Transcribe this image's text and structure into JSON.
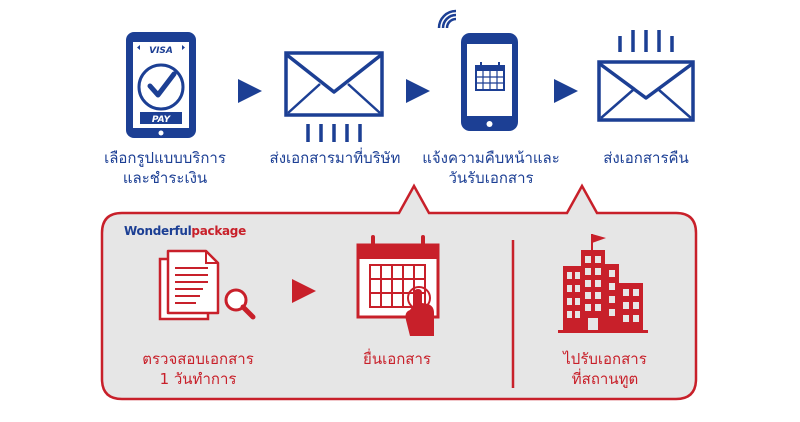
{
  "colors": {
    "blue": "#1c3f94",
    "red": "#c8202a",
    "panel": "#e6e6e6"
  },
  "top_steps": [
    {
      "icon": "visa-pay-phone-icon",
      "label": "เลือกรูปแบบบริการ\nและชำระเงิน"
    },
    {
      "icon": "send-envelope-icon",
      "label": "ส่งเอกสารมาที่บริษัท"
    },
    {
      "icon": "phone-calendar-notification-icon",
      "label": "แจ้งความคืบหน้าและ\nวันรับเอกสาร"
    },
    {
      "icon": "return-envelope-icon",
      "label": "ส่งเอกสารคืน"
    }
  ],
  "phone_card": {
    "brand": "VISA",
    "button": "PAY"
  },
  "panel": {
    "brand_part1": "Wonderful",
    "brand_part2": "package",
    "steps": [
      {
        "icon": "document-search-icon",
        "label": "ตรวจสอบเอกสาร\n1 วันทำการ"
      },
      {
        "icon": "calendar-tap-icon",
        "label": "ยื่นเอกสาร"
      },
      {
        "icon": "embassy-building-icon",
        "label": "ไปรับเอกสาร\nที่สถานทูต"
      }
    ]
  }
}
